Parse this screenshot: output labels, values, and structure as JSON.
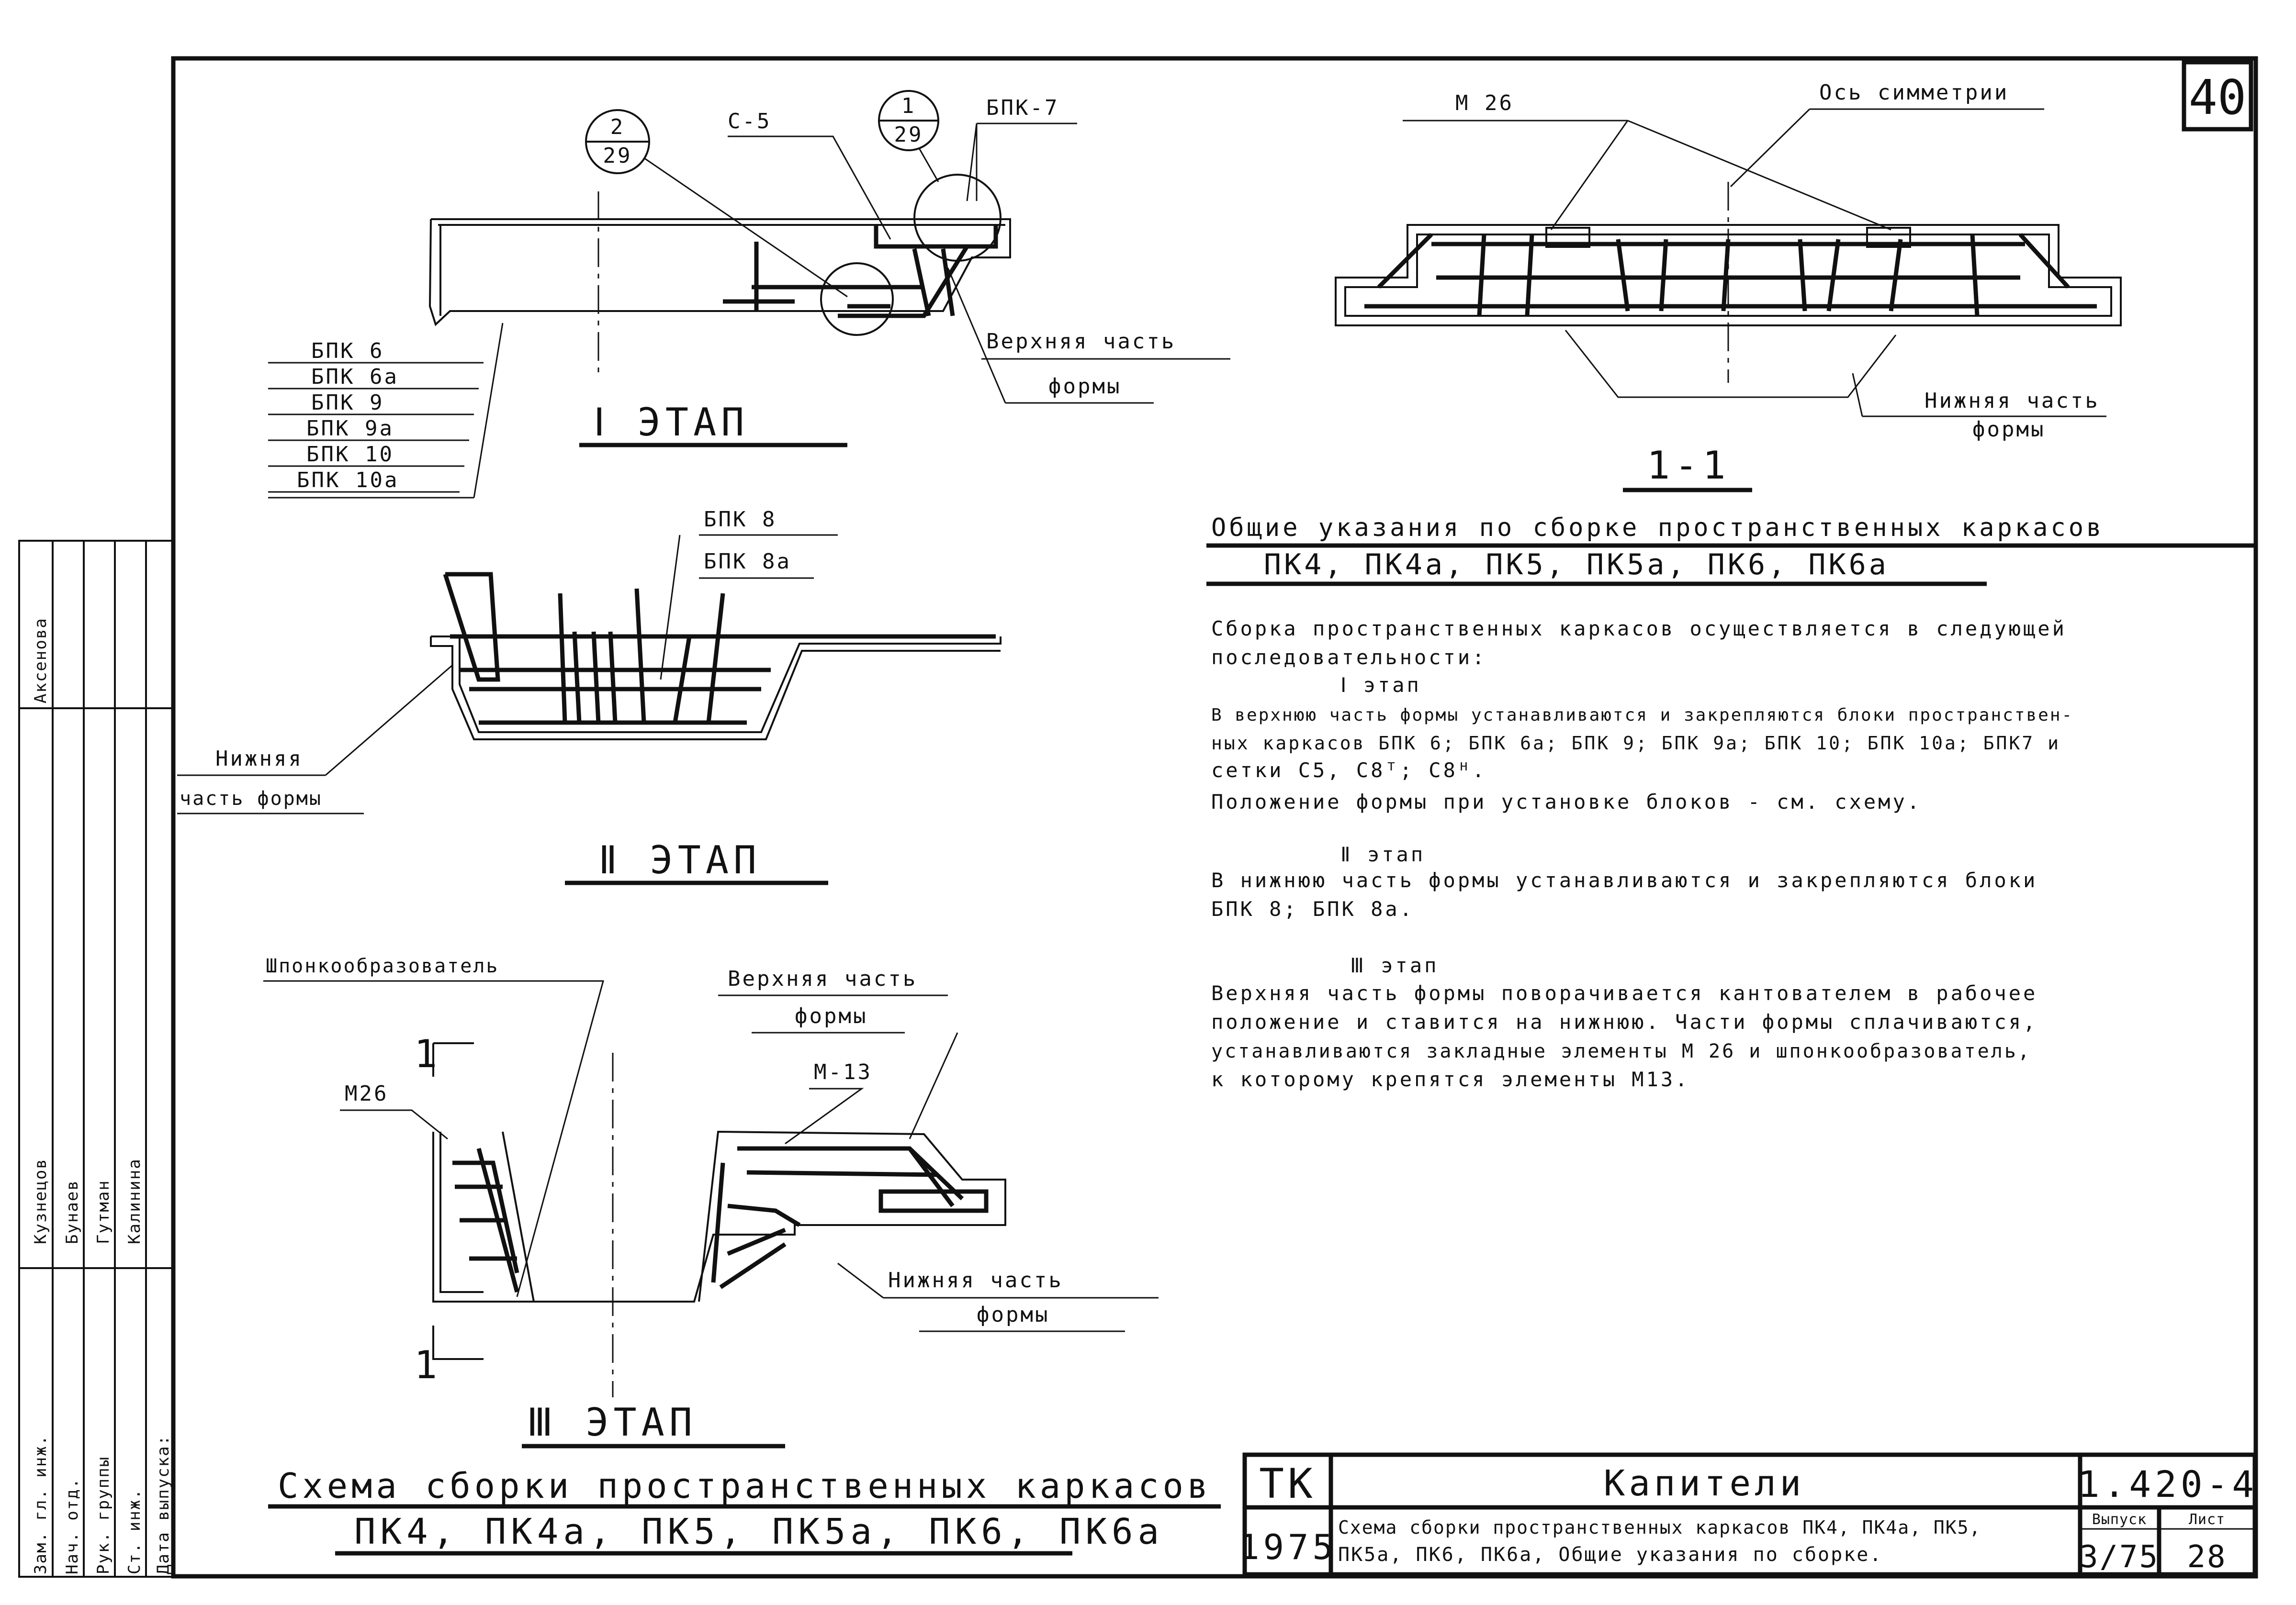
{
  "sheet_number": "40",
  "stage1": {
    "callout_a_top": "2",
    "callout_a_bottom": "29",
    "callout_b_top": "1",
    "callout_b_bottom": "29",
    "label_c5": "С-5",
    "label_bpk7": "БПК-7",
    "label_upper_1": "Верхняя часть",
    "label_upper_2": "формы",
    "blocks": [
      "БПК 6",
      "БПК 6а",
      "БПК 9",
      "БПК 9а",
      "БПК 10",
      "БПК 10а"
    ],
    "caption": "Ⅰ ЭТАП"
  },
  "stage2": {
    "label_bpk8": "БПК 8",
    "label_bpk8a": "БПК 8а",
    "label_lower_1": "Нижняя",
    "label_lower_2": "часть формы",
    "caption": "Ⅱ ЭТАП"
  },
  "stage3": {
    "label_key": "Шпонкообразователь",
    "label_upper_1": "Верхняя часть",
    "label_upper_2": "формы",
    "label_m26": "М26",
    "label_m13": "М-13",
    "label_lower_1": "Нижняя часть",
    "label_lower_2": "формы",
    "section_mark_top": "1",
    "section_mark_bottom": "1",
    "caption": "Ⅲ ЭТАП"
  },
  "section11": {
    "label_m26": "М 26",
    "label_axis": "Ось симметрии",
    "label_lower_1": "Нижняя часть",
    "label_lower_2": "формы",
    "caption": "1-1"
  },
  "main_title": {
    "line1": "Схема сборки пространственных каркасов",
    "line2": "ПК4, ПК4а, ПК5, ПК5а, ПК6, ПК6а"
  },
  "notes": {
    "heading_1": "Общие указания по сборке пространственных каркасов",
    "heading_2": "ПК4, ПК4а, ПК5, ПК5а, ПК6, ПК6а",
    "intro_1": "Сборка пространственных каркасов осуществляется в следующей",
    "intro_2": "последовательности:",
    "s1_title": "Ⅰ этап",
    "s1_l1": "В верхнюю часть формы устанавливаются и закрепляются блоки пространствен-",
    "s1_l2": "ных каркасов БПК 6; БПК 6а; БПК 9; БПК 9а; БПК 10; БПК 10а; БПК7 и",
    "s1_l3": "сетки С5, С8ᵀ; С8ᴴ.",
    "s1_l4": "Положение формы при установке блоков - см. схему.",
    "s2_title": "Ⅱ этап",
    "s2_l1": "В нижнюю часть формы устанавливаются и закрепляются блоки",
    "s2_l2": "БПК 8; БПК 8а.",
    "s3_title": "Ⅲ этап",
    "s3_l1": "Верхняя часть формы поворачивается кантователем в рабочее",
    "s3_l2": "положение и ставится на нижнюю. Части формы сплачиваются,",
    "s3_l3": "устанавливаются закладные элементы М 26 и шпонкообразователь,",
    "s3_l4": "к которому крепятся элементы М13."
  },
  "title_block": {
    "org": "ТК",
    "year": "1975",
    "name": "Капители",
    "code": "1.420-4",
    "desc_1": "Схема сборки пространственных каркасов ПК4, ПК4а, ПК5,",
    "desc_2": "ПК5а, ПК6, ПК6а, Общие указания по сборке.",
    "issue_label": "Выпуск",
    "issue_value": "3/75",
    "sheet_label": "Лист",
    "sheet_value": "28"
  },
  "side_stamp": {
    "roles": [
      "Зам. гл. инж.",
      "Нач. отд.",
      "Рук. группы",
      "Ст. инж.",
      "Дата выпуска:"
    ],
    "names": [
      "Аксенова",
      "Кузнецов",
      "Бунаев",
      "Гутман",
      "Калинина"
    ]
  }
}
